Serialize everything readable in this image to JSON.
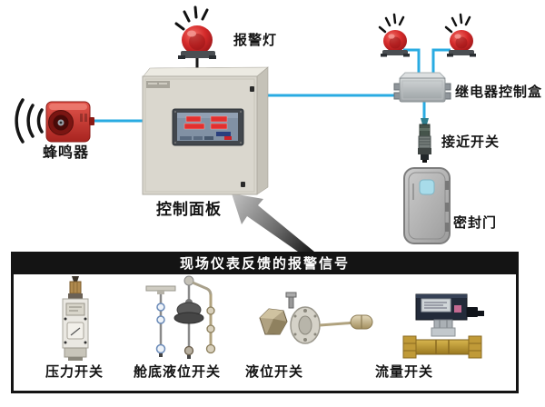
{
  "field_panel": {
    "title": "现场仪表反馈的报警信号",
    "instruments": [
      {
        "label": "压力开关"
      },
      {
        "label": "舱底液位开关"
      },
      {
        "label": "液位开关"
      },
      {
        "label": "流量开关"
      }
    ]
  },
  "devices": {
    "alarm_light": {
      "label": "报警灯"
    },
    "buzzer": {
      "label": "蜂鸣器"
    },
    "control_panel": {
      "label": "控制面板"
    },
    "relay_box": {
      "label": "继电器控制盒"
    },
    "proximity_switch": {
      "label": "接近开关"
    },
    "sealed_door": {
      "label": "密封门"
    }
  },
  "colors": {
    "wire_blue": "#29abe2",
    "alarm_red": "#c42127",
    "cabinet_gray": "#d9d6cd",
    "panel_header_bg": "#141414",
    "panel_header_text": "#ffffff"
  }
}
